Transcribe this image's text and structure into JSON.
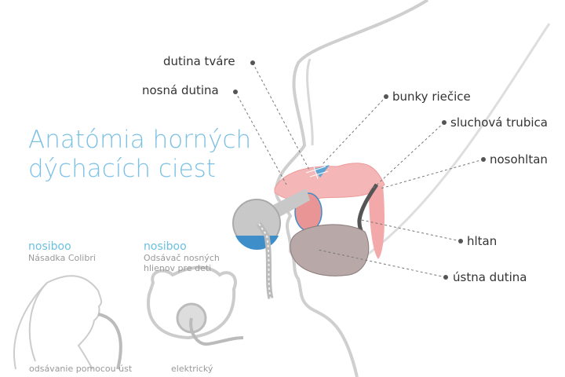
{
  "title": {
    "line1": "Anatómia horných",
    "line2": "dýchacích ciest"
  },
  "labels": {
    "dutina_tvare": "dutina tváre",
    "nosna_dutina": "nosná dutina",
    "bunky_riecice": "bunky riečice",
    "sluchova_trubica": "sluchová trubica",
    "nosohltan": "nosohltan",
    "hltan": "hltan",
    "ustna_dutina": "ústna dutina"
  },
  "products": [
    {
      "brand": "nosiboo",
      "name": "Násadka Colibri",
      "caption": "odsávanie pomocou úst"
    },
    {
      "brand": "nosiboo",
      "name_line1": "Odsávač nosných",
      "name_line2": "hlienov pre deti",
      "caption": "elektrický"
    }
  ],
  "colors": {
    "title": "#7cc1e4",
    "tissue": "#f4b3b3",
    "mouth": "#b8a4a4",
    "device": "#c8c8c8",
    "mucus": "#3d8ec9"
  }
}
